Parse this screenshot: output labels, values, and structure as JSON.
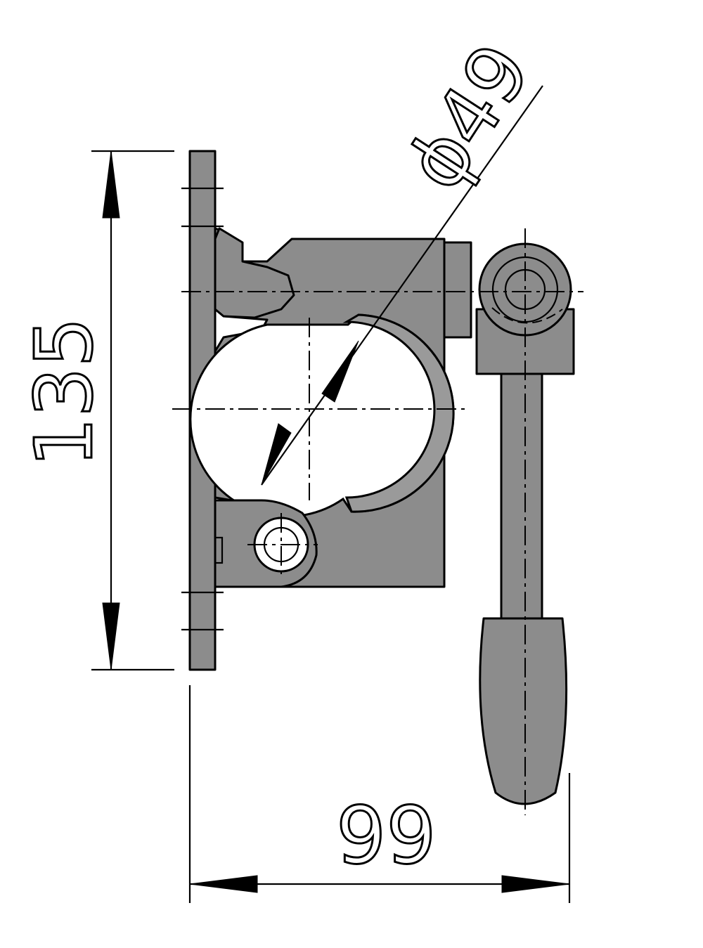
{
  "dimensions": {
    "height_label": "135",
    "width_label": "99",
    "diameter_label": "ϕ49"
  },
  "colors": {
    "part_fill": "#8c8c8c",
    "line": "#000000",
    "background": "#ffffff"
  }
}
